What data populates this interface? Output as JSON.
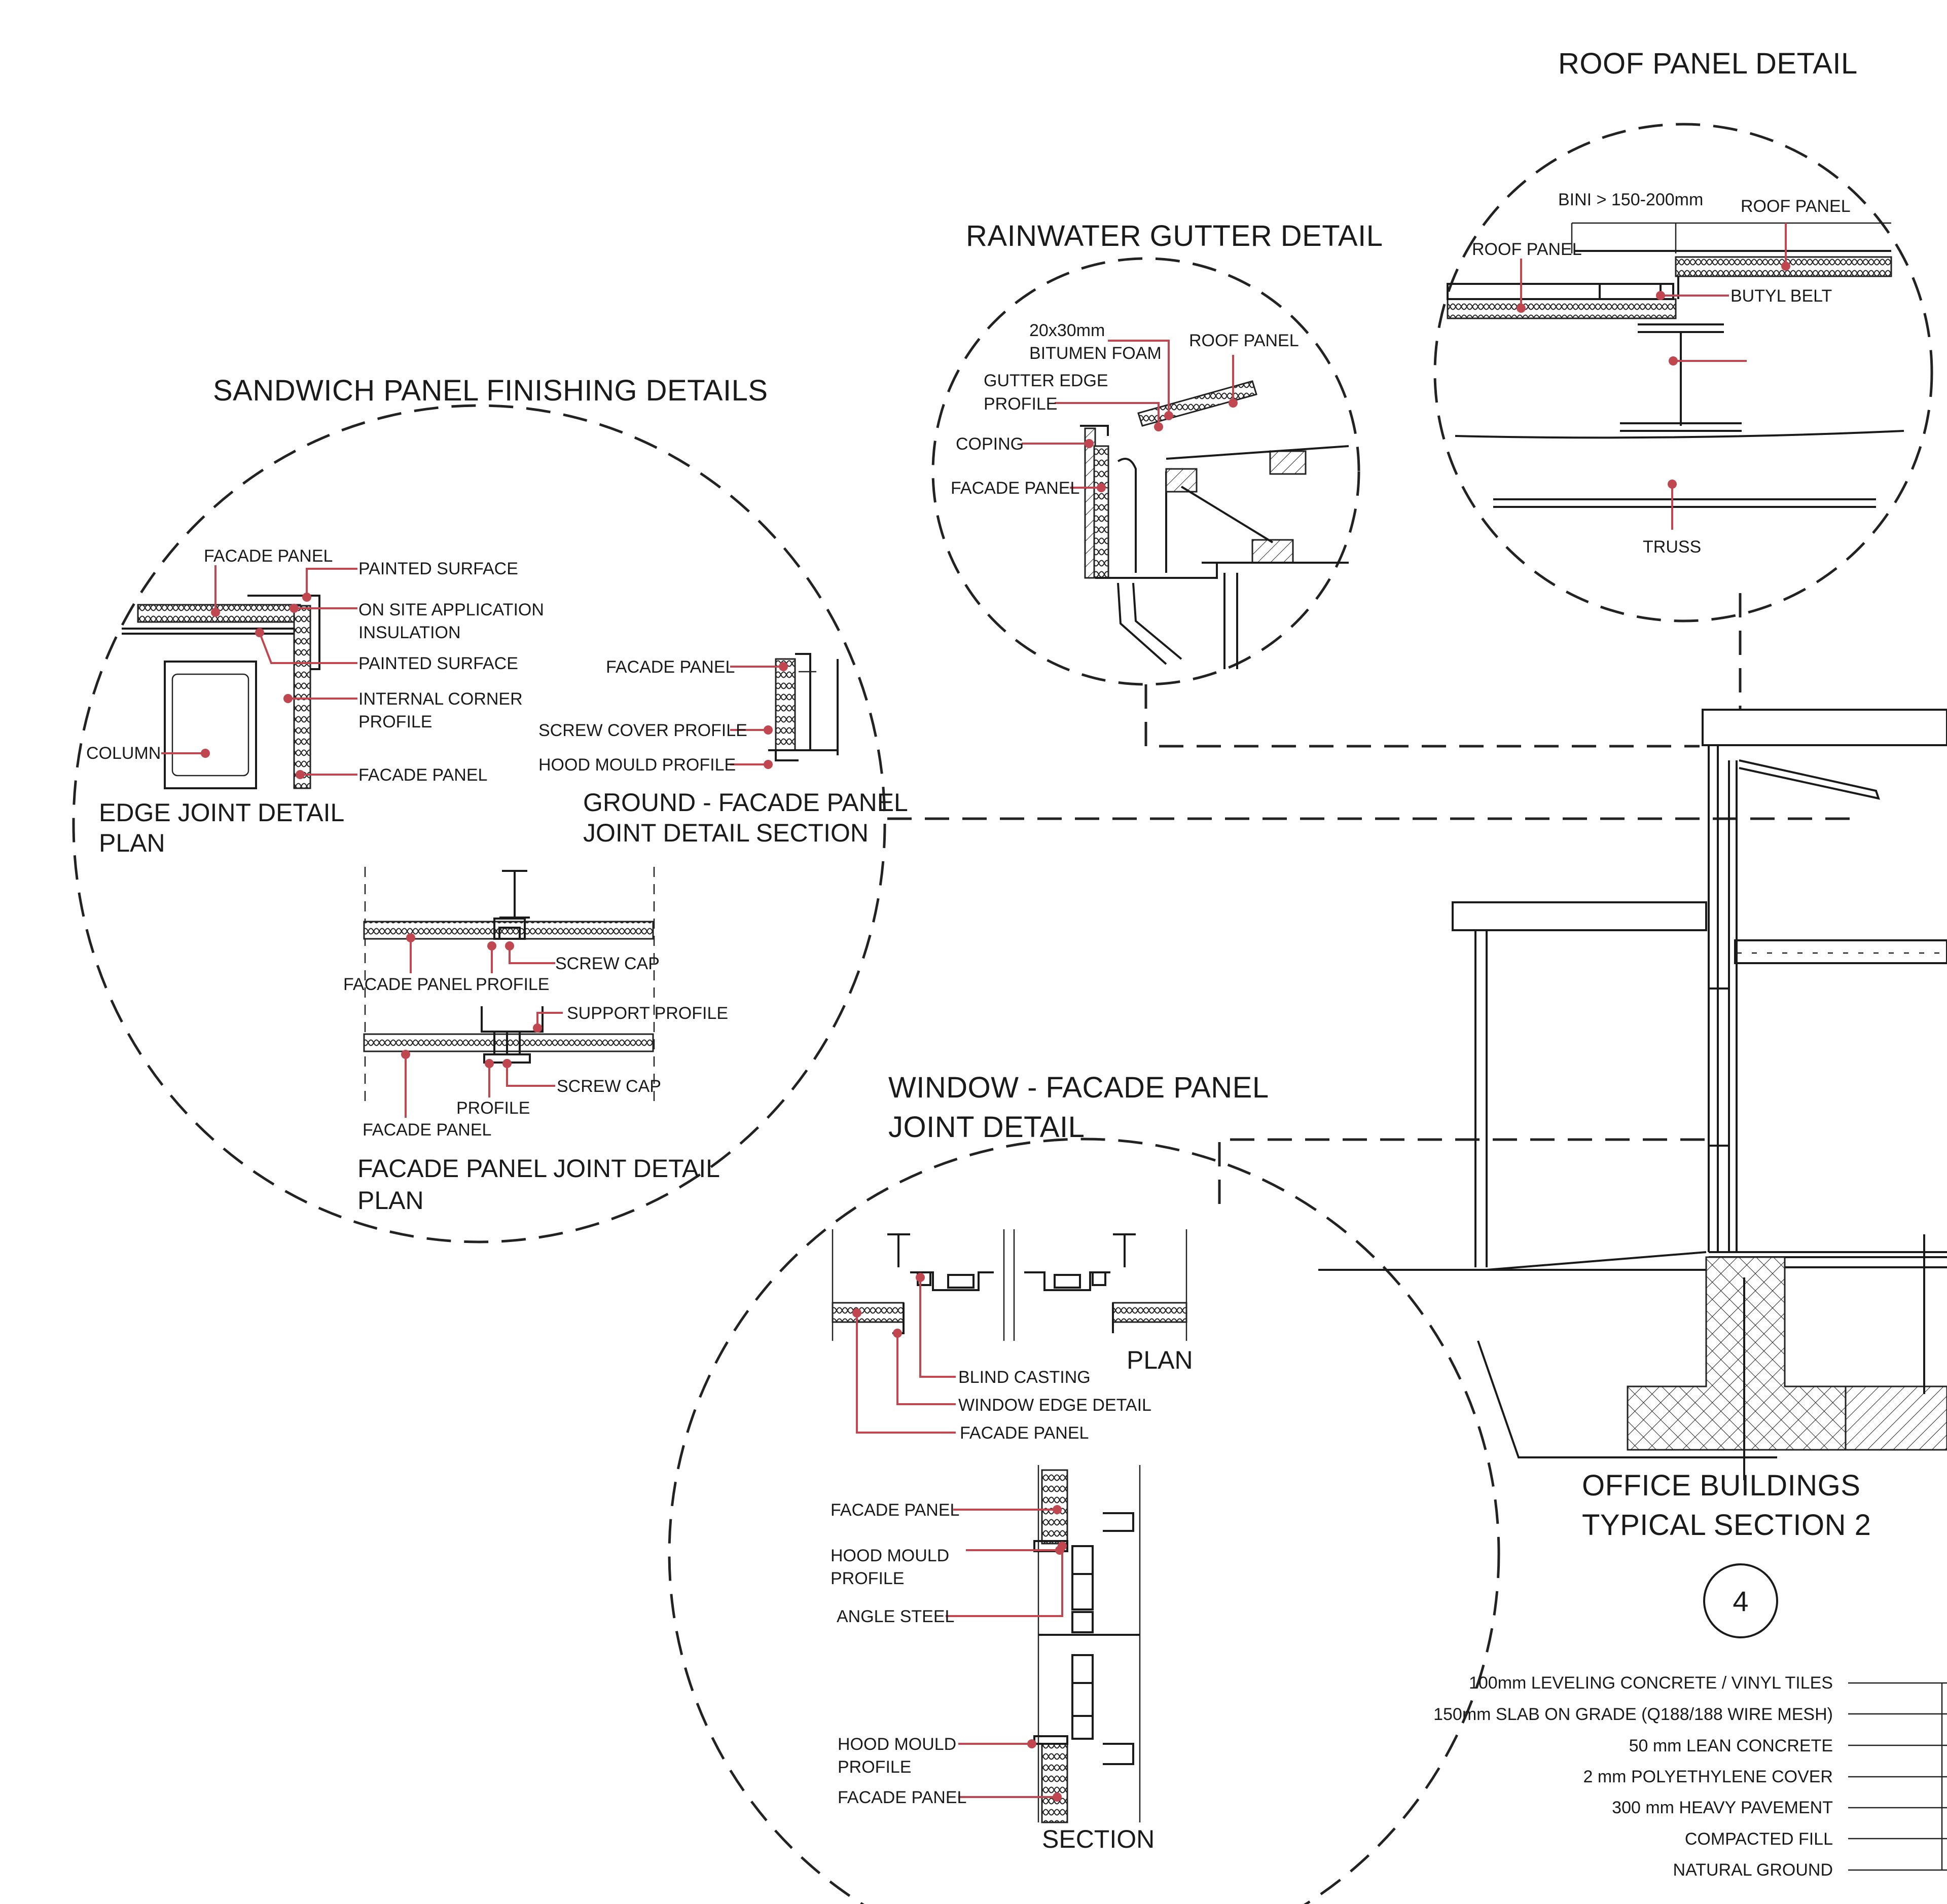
{
  "sandwich": {
    "title": "SANDWICH PANEL FINISHING DETAILS",
    "edge_joint": {
      "labels": {
        "facade_panel_top": "FACADE PANEL",
        "painted_surface_1": "PAINTED SURFACE",
        "onsite_insulation_1": "ON SITE  APPLICATION",
        "onsite_insulation_2": "INSULATION",
        "painted_surface_2": "PAINTED SURFACE",
        "internal_corner_1": "INTERNAL CORNER",
        "internal_corner_2": "PROFILE",
        "column": "COLUMN",
        "facade_panel_bottom": "FACADE PANEL"
      },
      "caption_1": "EDGE JOINT DETAIL",
      "caption_2": "PLAN"
    },
    "ground": {
      "labels": {
        "facade_panel": "FACADE PANEL",
        "screw_cover": "SCREW COVER PROFILE",
        "hood_mould": "HOOD MOULD PROFILE"
      },
      "caption_1": "GROUND - FACADE PANEL",
      "caption_2": "JOINT DETAIL SECTION"
    },
    "panel_joint": {
      "labels": {
        "screw_cap_1": "SCREW CAP",
        "facade_panel_1": "FACADE PANEL",
        "profile_1": "PROFILE",
        "support_profile": "SUPPORT PROFILE",
        "screw_cap_2": "SCREW CAP",
        "profile_2": "PROFILE",
        "facade_panel_2": "FACADE PANEL"
      },
      "caption_1": "FACADE PANEL JOINT DETAIL",
      "caption_2": "PLAN"
    }
  },
  "gutter": {
    "title": "RAINWATER GUTTER DETAIL",
    "labels": {
      "bitumen_1": "20x30mm",
      "bitumen_2": "BITUMEN FOAM",
      "roof_panel": "ROOF PANEL",
      "gutter_edge_1": "GUTTER EDGE",
      "gutter_edge_2": "PROFILE",
      "coping": "COPING",
      "facade_panel": "FACADE PANEL"
    }
  },
  "roof": {
    "title": "ROOF PANEL DETAIL",
    "labels": {
      "dimension": "BINI > 150-200mm",
      "roof_panel_right": "ROOF PANEL",
      "roof_panel_left": "ROOF PANEL",
      "butyl_belt": "BUTYL BELT",
      "truss": "TRUSS"
    }
  },
  "window": {
    "title_1": "WINDOW - FACADE PANEL",
    "title_2": "JOINT DETAIL",
    "plan_caption": "PLAN",
    "section_caption": "SECTION",
    "plan_labels": {
      "blind_casting": "BLIND CASTING",
      "window_edge": "WINDOW EDGE DETAIL",
      "facade_panel": "FACADE PANEL"
    },
    "section_labels": {
      "facade_panel_top": "FACADE PANEL",
      "hood_mould_top_1": "HOOD MOULD",
      "hood_mould_top_2": "PROFILE",
      "angle_steel": "ANGLE STEEL",
      "hood_mould_bottom_1": "HOOD MOULD",
      "hood_mould_bottom_2": "PROFILE",
      "facade_panel_bottom": "FACADE PANEL"
    }
  },
  "section": {
    "title_1": "OFFICE BUILDINGS",
    "title_2": "TYPICAL SECTION 2",
    "bubble": "4",
    "layers": [
      "100mm LEVELING CONCRETE / VINYL TILES",
      "150mm SLAB ON GRADE (Q188/188 WIRE MESH)",
      "50 mm LEAN CONCRETE",
      "2 mm POLYETHYLENE COVER",
      "300 mm HEAVY PAVEMENT",
      "COMPACTED FILL",
      "NATURAL GROUND"
    ]
  },
  "colors": {
    "leader": "#c0464f",
    "line": "#1a1a1a",
    "background": "#ffffff"
  }
}
